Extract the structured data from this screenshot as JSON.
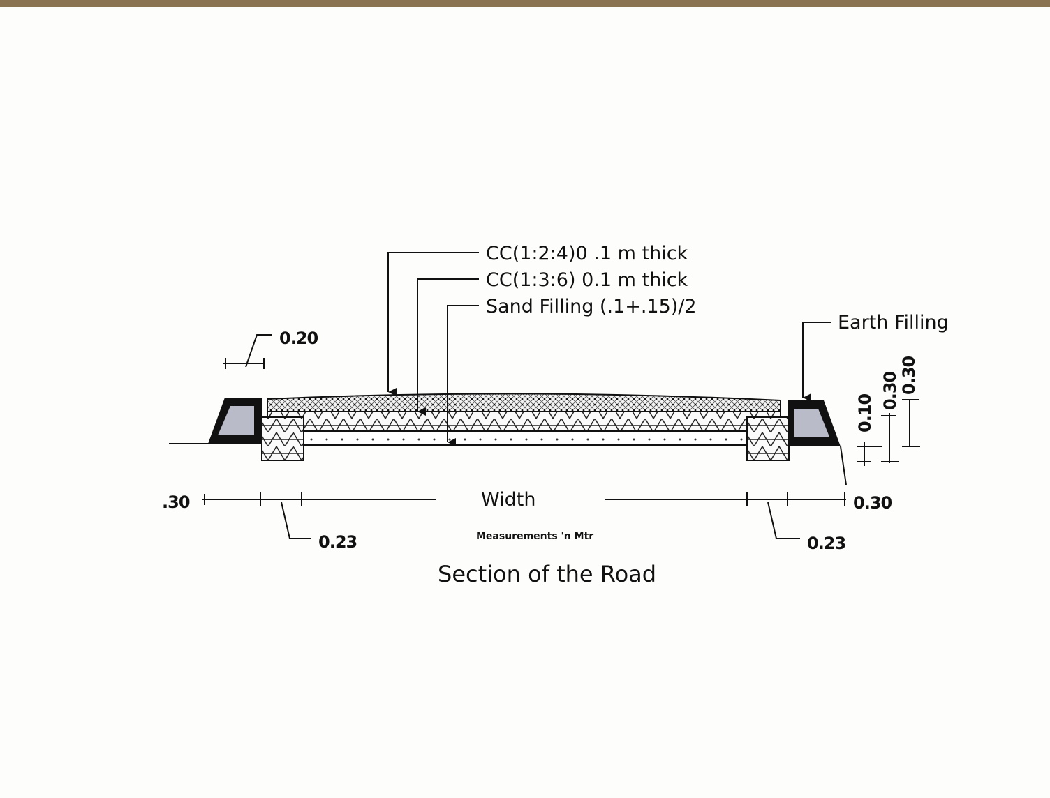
{
  "title": "Section of  the Road",
  "subtitle": "Measurements 'n Mtr",
  "width_label": "Width",
  "layers": [
    {
      "label": "CC(1:2:4)0 .1 m thick"
    },
    {
      "label": "CC(1:3:6) 0.1 m thick"
    },
    {
      "label": "Sand Filling (.1+.15)/2"
    }
  ],
  "earth_label": "Earth Filling",
  "dimensions": {
    "top_left": "0.20",
    "left_outer": ".30",
    "left_footing": "0.23",
    "right_footing": "0.23",
    "right_outer": "0.30",
    "right_v1": "0.10",
    "right_v2": "0.30",
    "right_v3": "0.30"
  },
  "colors": {
    "ink": "#111111",
    "curb_fill": "#b9bcc8",
    "paper_edge": "#8a7350"
  }
}
